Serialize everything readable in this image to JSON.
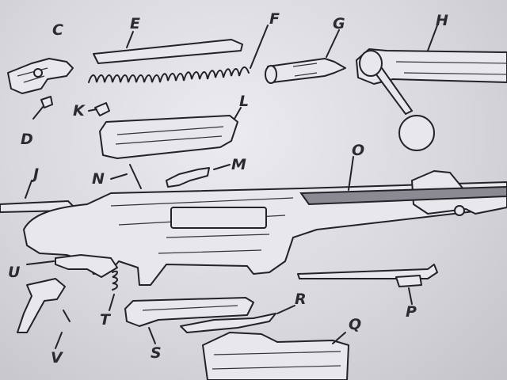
{
  "figure": {
    "labels": [
      {
        "key": "c",
        "text": "C"
      },
      {
        "key": "d",
        "text": "D"
      },
      {
        "key": "e",
        "text": "E"
      },
      {
        "key": "f",
        "text": "F"
      },
      {
        "key": "g",
        "text": "G"
      },
      {
        "key": "h",
        "text": "H"
      },
      {
        "key": "j",
        "text": "J"
      },
      {
        "key": "k",
        "text": "K"
      },
      {
        "key": "l",
        "text": "L"
      },
      {
        "key": "m",
        "text": "M"
      },
      {
        "key": "n",
        "text": "N"
      },
      {
        "key": "o",
        "text": "O"
      },
      {
        "key": "p",
        "text": "P"
      },
      {
        "key": "q",
        "text": "Q"
      },
      {
        "key": "r",
        "text": "R"
      },
      {
        "key": "s",
        "text": "S"
      },
      {
        "key": "t",
        "text": "T"
      },
      {
        "key": "u",
        "text": "U"
      },
      {
        "key": "v",
        "text": "V"
      }
    ]
  }
}
